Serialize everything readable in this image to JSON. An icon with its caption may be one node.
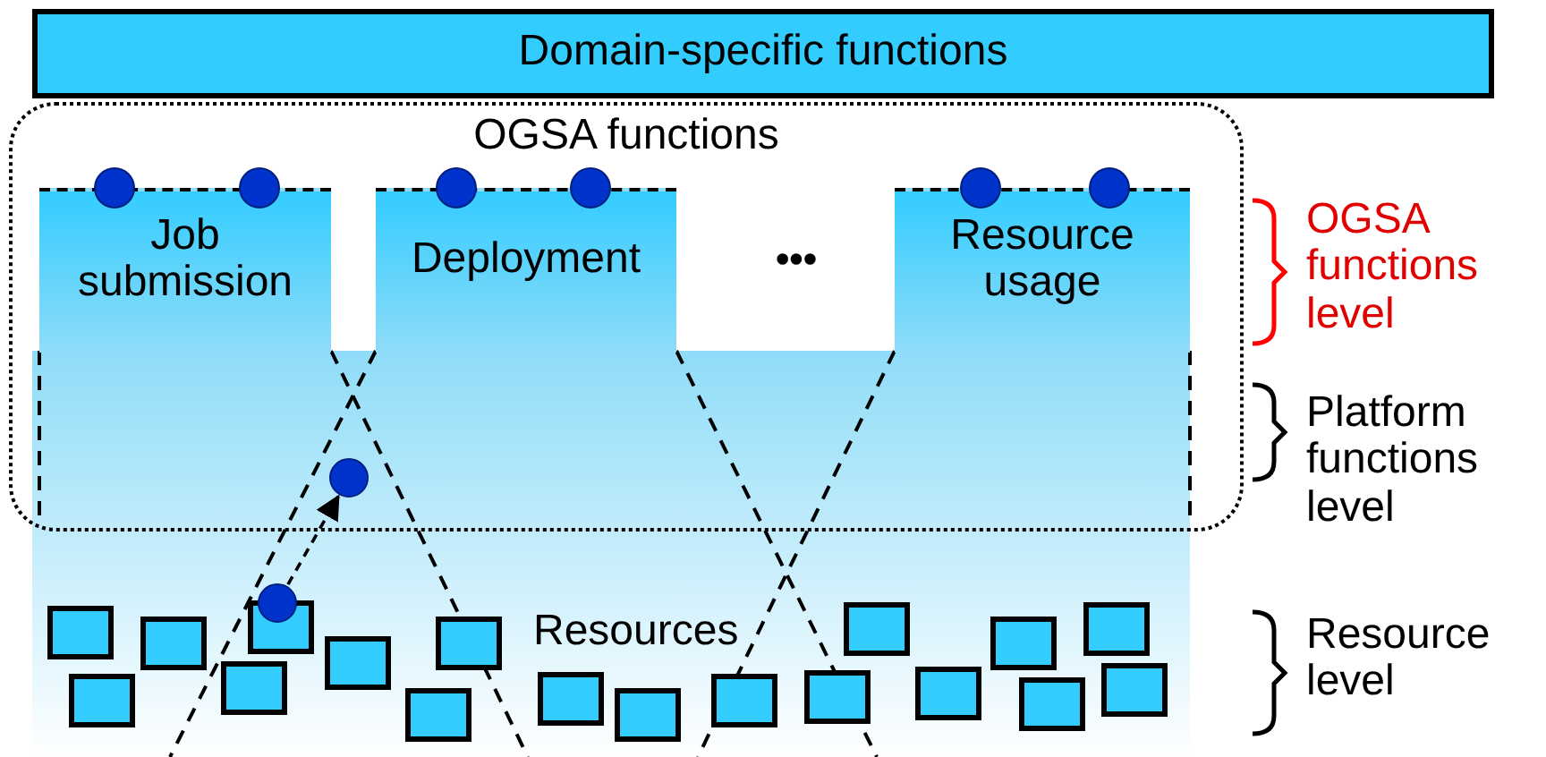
{
  "diagram": {
    "nodes": [
      {
        "text": [
          "Domain-specific functions"
        ]
      },
      {
        "text": [
          "OGSA functions"
        ]
      },
      {
        "text": [
          "Job submission"
        ],
        "in": 1
      },
      {
        "text": [
          "Deployment"
        ],
        "in": 1
      },
      {
        "text": [
          "Resource usage"
        ],
        "in": 1
      },
      {
        "text": [],
        "shape": "circle",
        "in": 1
      },
      {
        "text": [],
        "shape": "circle"
      }
    ],
    "edges": [
      {
        "from": 6,
        "to": 5,
        "arrow": "to",
        "style": "dashed"
      }
    ],
    "labels": [
      "•••",
      "Resources",
      "OGSA functions level",
      "Platform functions level",
      "Resource level"
    ]
  }
}
